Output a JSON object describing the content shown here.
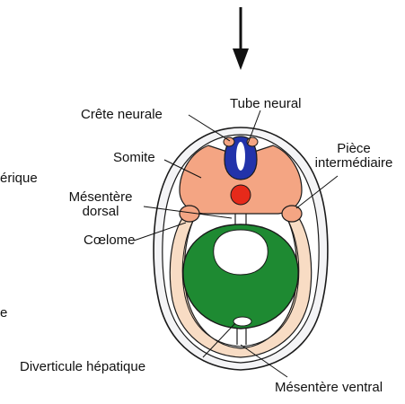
{
  "labels": {
    "tube_neural": "Tube neural",
    "crete_neurale": "Crête neurale",
    "somite": "Somite",
    "piece_line1": "Pièce",
    "piece_line2": "intermédiaire",
    "mesentere_dorsal_line1": "Mésentère",
    "mesentere_dorsal_line2": "dorsal",
    "coelome": "Cœlome",
    "diverticule": "Diverticule hépatique",
    "mesentere_ventral": "Mésentère ventral",
    "cut_left_1": "érique",
    "cut_left_2": "e"
  },
  "colors": {
    "neural_tube": "#2233aa",
    "notochord": "#e62a1a",
    "mesoderm": "#f4a583",
    "somatopleure": "#f8dcc4",
    "endoderm": "#1e8a32",
    "outline": "#1a1a1a",
    "ectoderm_fill": "#f4f4f6"
  }
}
